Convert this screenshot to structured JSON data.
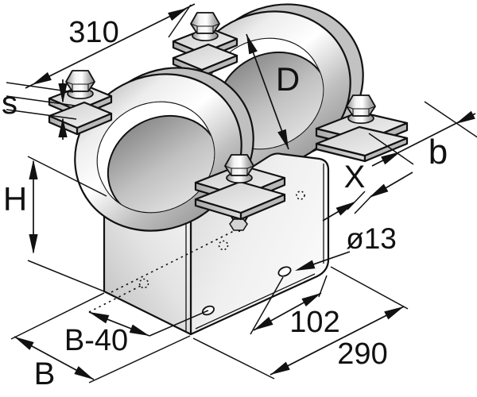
{
  "drawing": {
    "labels": {
      "length_top": "310",
      "thickness": "s",
      "height": "H",
      "diameter": "D",
      "band_width": "b",
      "offset": "X",
      "hole_diameter": "ø13",
      "hole_distance": "102",
      "base_length": "290",
      "hole_spacing_width": "B-40",
      "base_width": "B"
    },
    "colors": {
      "line": "#111111",
      "background": "#ffffff"
    }
  }
}
